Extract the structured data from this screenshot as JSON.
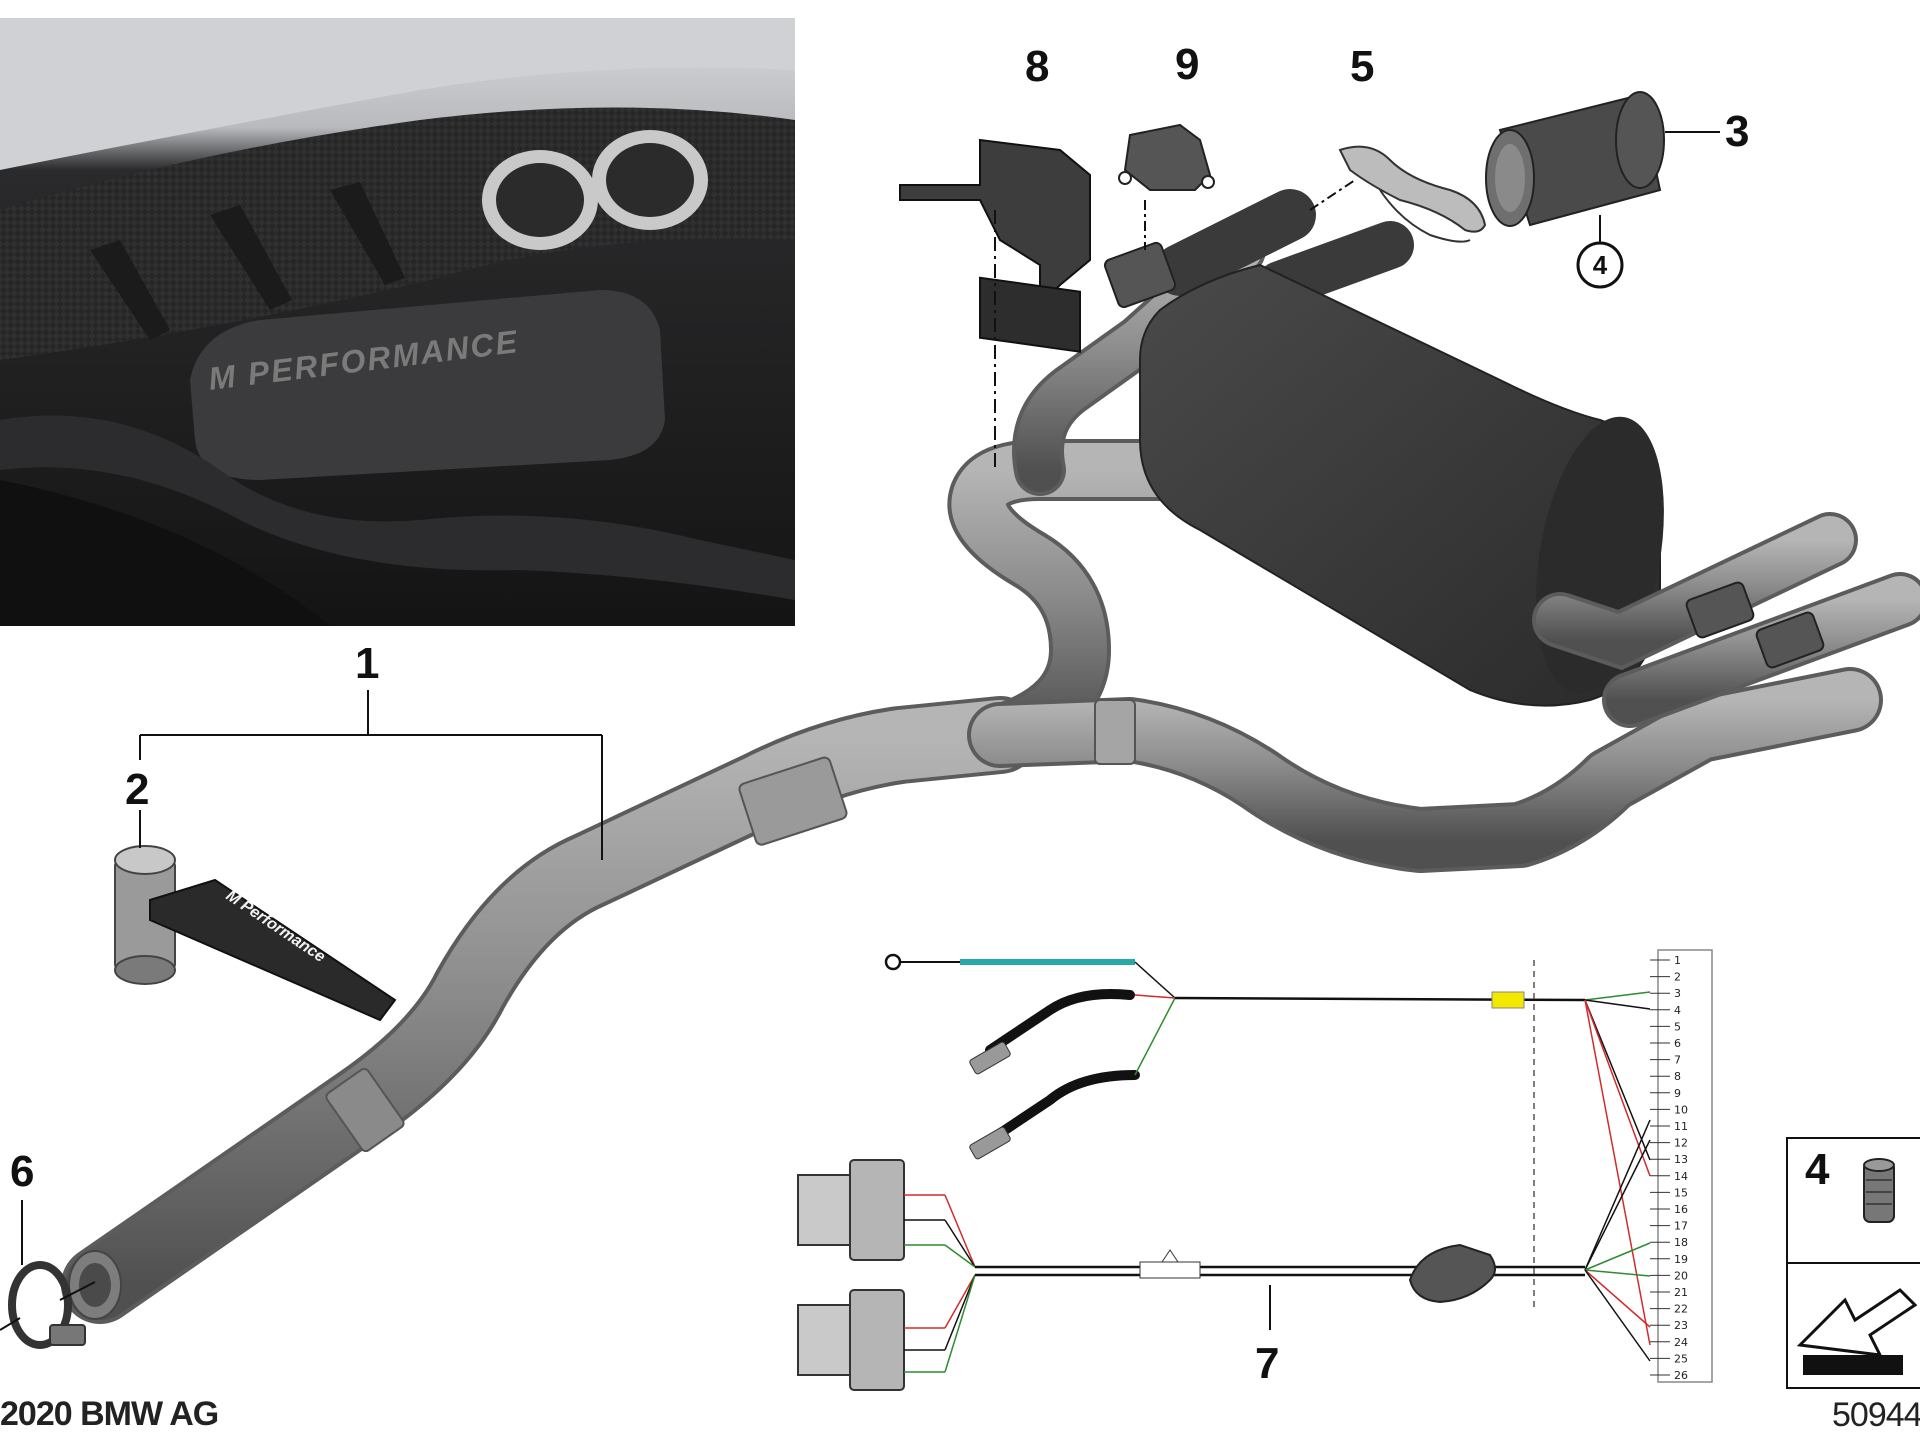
{
  "callouts": {
    "c1": "1",
    "c2": "2",
    "c3": "3",
    "c4_circle": "4",
    "c4_box": "4",
    "c5": "5",
    "c6": "6",
    "c7": "7",
    "c8": "8",
    "c9": "9"
  },
  "photo": {
    "badge_text": "M PERFORMANCE"
  },
  "silencer_band": {
    "label": "M Performance"
  },
  "footer": {
    "copyright": "2020 BMW AG",
    "diagram_number": "50944"
  },
  "connector_pins": [
    "1",
    "2",
    "3",
    "4",
    "5",
    "6",
    "7",
    "8",
    "9",
    "10",
    "11",
    "12",
    "13",
    "14",
    "15",
    "16",
    "17",
    "18",
    "19",
    "20",
    "21",
    "22",
    "23",
    "24",
    "25",
    "26"
  ],
  "colors": {
    "pipe": "#8a8a8a",
    "pipe_dark": "#5e5e5e",
    "muffler": "#3a3a3a",
    "wire_red": "#d22b2b",
    "wire_green": "#2e8b2e",
    "wire_black": "#111111",
    "wire_cyan": "#2aa7a7",
    "connector_yellow": "#f2e800"
  }
}
